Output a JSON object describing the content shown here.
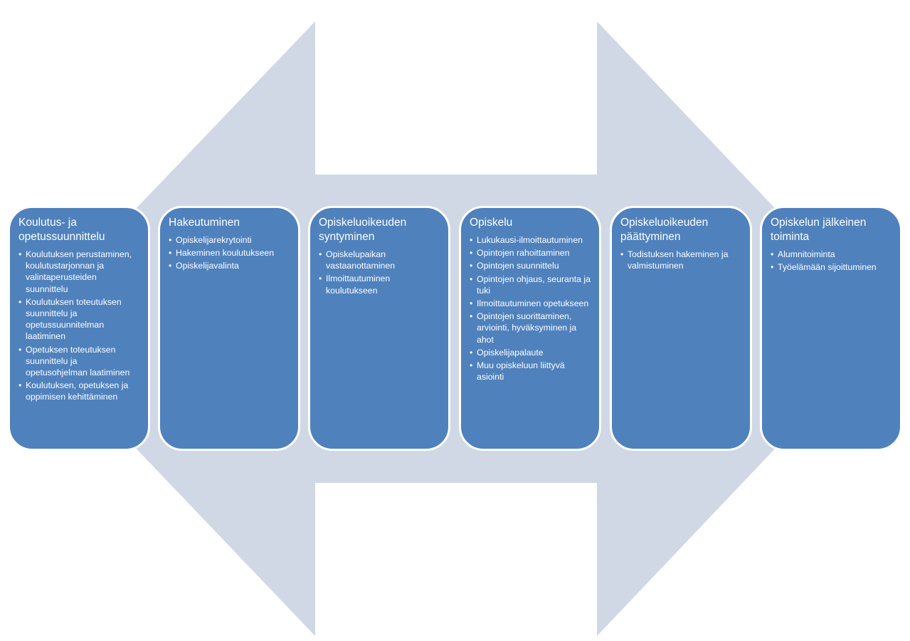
{
  "colors": {
    "arrow_fill": "#d0d8e6",
    "box_fill": "#4f81bd",
    "box_border": "#ffffff",
    "text": "#ffffff"
  },
  "stages": [
    {
      "title": "Koulutus- ja opetussuunnittelu",
      "items": [
        "Koulutuksen perustaminen, koulutustarjonnan ja valintaperusteiden suunnittelu",
        "Koulutuksen toteutuksen suunnittelu ja opetussuunnitelman laatiminen",
        "Opetuksen toteutuksen suunnittelu ja opetusohjelman laatiminen",
        "Koulutuksen, opetuksen ja oppimisen kehittäminen"
      ]
    },
    {
      "title": "Hakeutuminen",
      "items": [
        "Opiskelijarekrytointi",
        "Hakeminen koulutukseen",
        "Opiskelijavalinta"
      ]
    },
    {
      "title": "Opiskeluoikeuden syntyminen",
      "items": [
        "Opiskelupaikan vastaanottaminen",
        "Ilmoittautuminen koulutukseen"
      ]
    },
    {
      "title": "Opiskelu",
      "items": [
        "Lukukausi-ilmoittautuminen",
        "Opintojen rahoittaminen",
        "Opintojen suunnittelu",
        "Opintojen ohjaus, seuranta ja tuki",
        "Ilmoittautuminen opetukseen",
        "Opintojen suorittaminen, arviointi, hyväksyminen ja ahot",
        "Opiskelijapalaute",
        "Muu opiskeluun liittyvä asiointi"
      ]
    },
    {
      "title": "Opiskeluoikeuden päättyminen",
      "items": [
        "Todistuksen hakeminen ja valmistuminen"
      ]
    },
    {
      "title": "Opiskelun jälkeinen toiminta",
      "items": [
        "Alumnitoiminta",
        "Työelämään sijoittuminen"
      ]
    }
  ]
}
